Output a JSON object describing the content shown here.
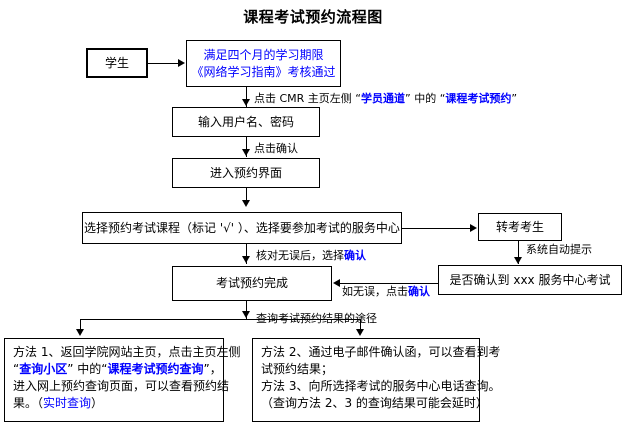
{
  "title": "课程考试预约流程图",
  "nodes": {
    "student": {
      "label": "学生"
    },
    "prereq": {
      "line1": "满足四个月的学习期限",
      "line2": "《网络学习指南》考核通过"
    },
    "login": {
      "label": "输入用户名、密码"
    },
    "booking_ui": {
      "label": "进入预约界面"
    },
    "select_course": {
      "label": "选择预约考试课程（标记 '√' ）、选择要参加考试的服务中心"
    },
    "transfer_student": {
      "label": "转考考生"
    },
    "confirm_center": {
      "label": "是否确认到 xxx 服务中心考试"
    },
    "booking_done": {
      "label": "考试预约完成"
    },
    "method1": {
      "line1": "方法 1、返回学院网站主页，点击主页左侧",
      "line2_pre": "“",
      "line2_hl1": "查询小区",
      "line2_mid": "” 中的“",
      "line2_hl2": "课程考试预约查询",
      "line2_post": "”，",
      "line3": "进入网上预约查询页面，可以查看预约结",
      "line4_pre": "果。（",
      "line4_hl": "实时查询",
      "line4_post": "）"
    },
    "method23": {
      "line1": "方法 2、通过电子邮件确认函，可以查看到考",
      "line2": "试预约结果；",
      "line3": "方法 3、向所选择考试的服务中心电话查询。",
      "line4": "（查询方法 2、3 的查询结果可能会延时）"
    }
  },
  "edges": {
    "to_login": {
      "pre": "点击 CMR 主页左侧 “",
      "hl1": "学员通道",
      "mid": "” 中的 “",
      "hl2": "课程考试预约",
      "post": "”"
    },
    "to_booking_ui": {
      "label": "点击确认"
    },
    "to_done_left": {
      "pre": "核对无误后，选择",
      "hl": "确认"
    },
    "to_done_right": {
      "pre": "如无误，点击",
      "hl": "确认"
    },
    "auto_prompt": {
      "label": "系统自动提示"
    },
    "to_methods": {
      "label": "查询考试预约结果的途径"
    }
  },
  "colors": {
    "highlight": "#0000ff",
    "text": "#000000",
    "line": "#000000",
    "background": "#ffffff"
  }
}
